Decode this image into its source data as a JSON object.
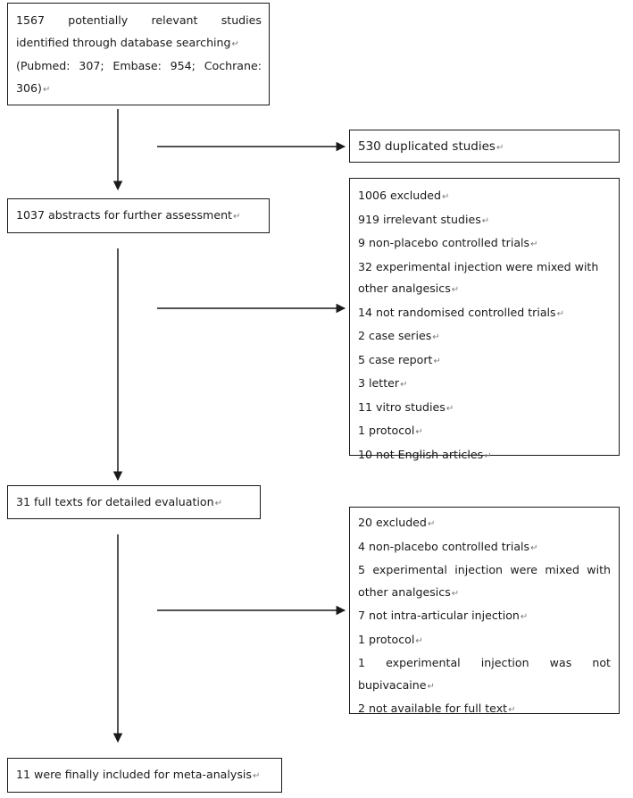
{
  "boxes": {
    "identified": [
      "1567 potentially relevant studies",
      "identified through database searching",
      "(Pubmed: 307; Embase: 954; Cochrane:",
      "306)"
    ],
    "duplicated": [
      "530 duplicated studies"
    ],
    "abstracts": [
      "1037 abstracts for further assessment"
    ],
    "excluded_abstracts": [
      "1006 excluded",
      "919 irrelevant studies",
      "9 non-placebo controlled trials",
      "32 experimental injection were mixed with",
      "other analgesics",
      "14 not randomised controlled trials",
      "2 case series",
      "5 case report",
      "3 letter",
      "11 vitro studies",
      "1 protocol",
      "10 not English articles"
    ],
    "full_texts": [
      "31 full texts for detailed evaluation"
    ],
    "excluded_full_texts": [
      "20 excluded",
      "4 non-placebo controlled trials",
      "5 experimental injection were mixed with",
      "other analgesics",
      "7 not intra-articular injection",
      "1 protocol",
      "1 experimental injection was not",
      "bupivacaine",
      "2 not available for full text"
    ],
    "included": [
      "11 were finally included for meta-analysis"
    ]
  },
  "return_mark": "↵"
}
